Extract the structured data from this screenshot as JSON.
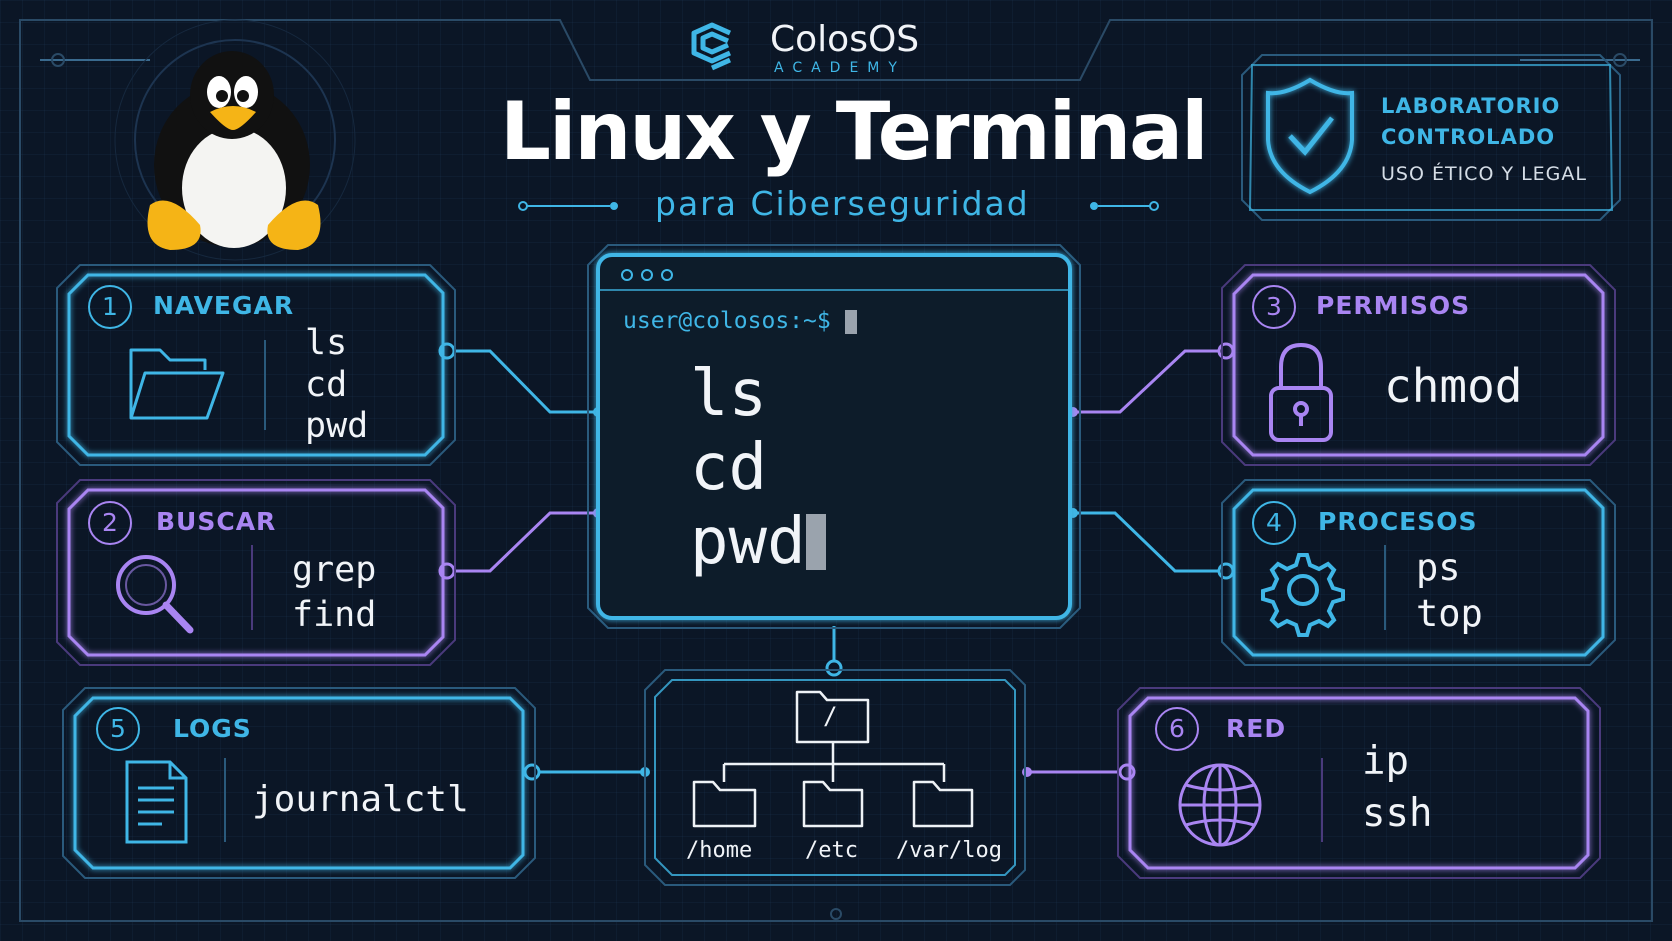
{
  "brand": {
    "name": "ColosOS",
    "sub": "ACADEMY"
  },
  "header": {
    "title": "Linux y Terminal",
    "subtitle": "para Ciberseguridad"
  },
  "badge": {
    "line1": "LABORATORIO",
    "line2": "CONTROLADO",
    "line3": "USO ÉTICO Y LEGAL"
  },
  "terminal": {
    "prompt": "user@colosos:~$",
    "commands": [
      "ls",
      "cd",
      "pwd"
    ]
  },
  "cards": [
    {
      "number": "1",
      "title": "NAVEGAR",
      "icon": "folder-icon",
      "commands": [
        "ls",
        "cd",
        "pwd"
      ]
    },
    {
      "number": "2",
      "title": "BUSCAR",
      "icon": "magnifier-icon",
      "commands": [
        "grep",
        "find"
      ]
    },
    {
      "number": "3",
      "title": "PERMISOS",
      "icon": "padlock-icon",
      "commands": [
        "chmod"
      ]
    },
    {
      "number": "4",
      "title": "PROCESOS",
      "icon": "gear-icon",
      "commands": [
        "ps",
        "top"
      ]
    },
    {
      "number": "5",
      "title": "LOGS",
      "icon": "document-icon",
      "commands": [
        "journalctl"
      ]
    },
    {
      "number": "6",
      "title": "RED",
      "icon": "globe-icon",
      "commands": [
        "ip",
        "ssh"
      ]
    }
  ],
  "filesystem": {
    "root": "/",
    "children": [
      "/home",
      "/etc",
      "/var/log"
    ]
  },
  "colors": {
    "background": "#0b1626",
    "blue": "#3fb6e6",
    "purple": "#a985f2",
    "penguin": "#f5b416"
  }
}
